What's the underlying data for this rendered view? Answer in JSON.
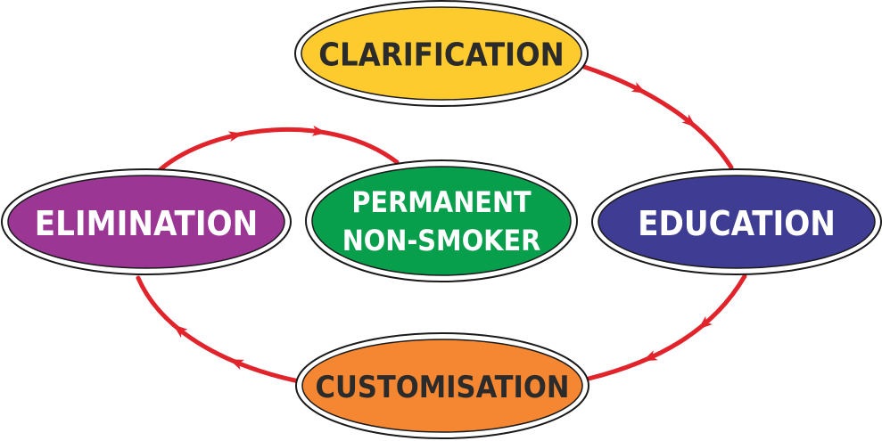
{
  "colors": {
    "arrow": "#e1242b",
    "outline": "#1a1a1a",
    "ring": "#ffffff",
    "dark_text": "#2b2b2b",
    "light_text": "#ffffff"
  },
  "nodes": {
    "clarification": {
      "label": "CLARIFICATION",
      "fill": "#fecb2e"
    },
    "education": {
      "label": "EDUCATION",
      "fill": "#3e3d93"
    },
    "customisation": {
      "label": "CUSTOMISATION",
      "fill": "#f58733"
    },
    "elimination": {
      "label": "ELIMINATION",
      "fill": "#9b3694"
    },
    "center": {
      "line1": "PERMANENT",
      "line2": "NON-SMOKER",
      "fill": "#079f4b"
    }
  }
}
